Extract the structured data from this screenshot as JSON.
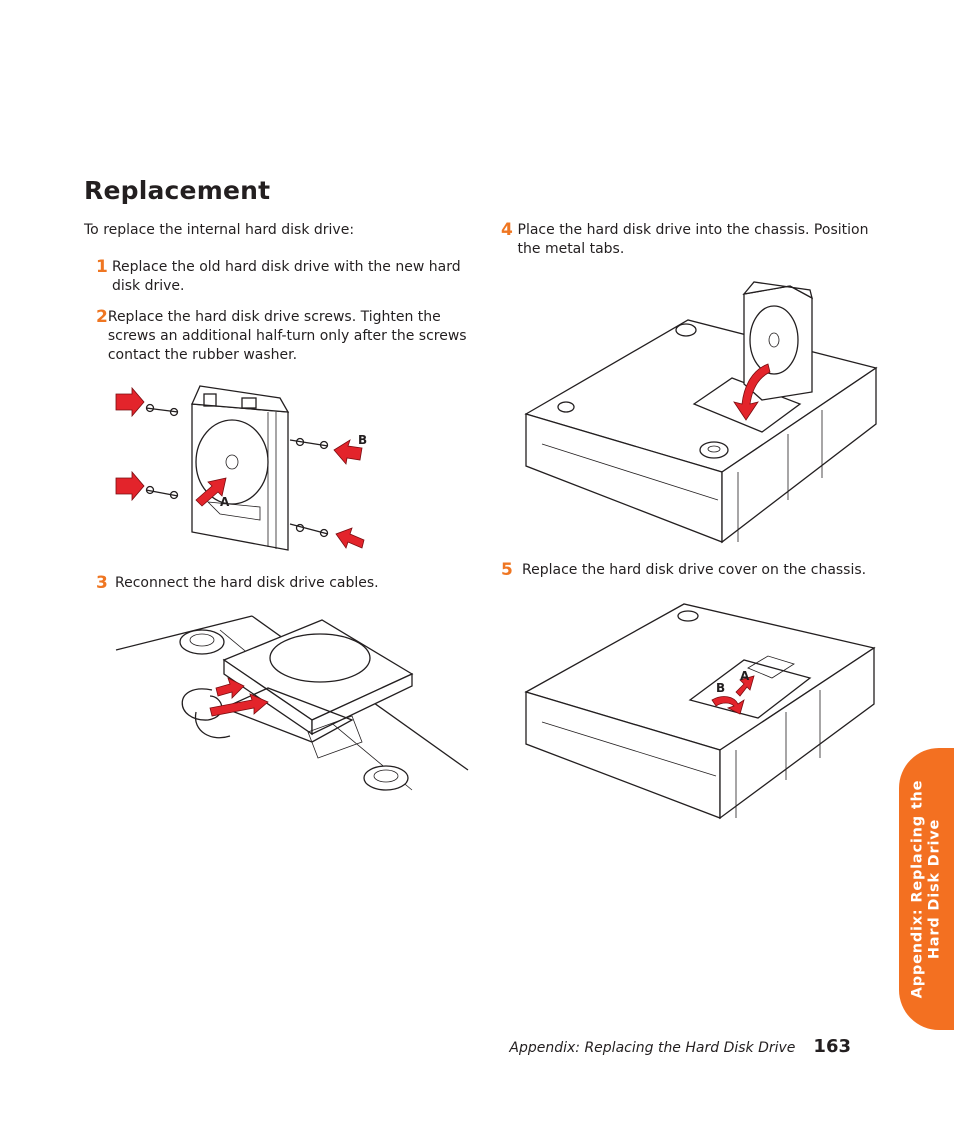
{
  "heading": "Replacement",
  "intro": "To replace the internal hard disk drive:",
  "steps": [
    {
      "num": "1",
      "text": "Replace the old hard disk drive with the new hard disk drive."
    },
    {
      "num": "2",
      "text": "Replace the hard disk drive screws. Tighten the screws an additional half-turn only after the screws contact the rubber washer."
    },
    {
      "num": "3",
      "text": "Reconnect the hard disk drive cables."
    },
    {
      "num": "4",
      "text": "Place the hard disk drive into the chassis. Position the metal tabs."
    },
    {
      "num": "5",
      "text": "Replace the hard disk drive cover on the chassis."
    }
  ],
  "figure_labels": {
    "fig1_a": "A",
    "fig1_b": "B",
    "fig5_a": "A",
    "fig5_b": "B"
  },
  "side_tab": {
    "line1": "Appendix: Replacing the",
    "line2": "Hard Disk Drive"
  },
  "footer": {
    "title": "Appendix: Replacing the Hard Disk Drive",
    "page": "163"
  },
  "colors": {
    "accent": "#f37021",
    "step_number": "#ef7622",
    "arrow": "#e3242b"
  }
}
